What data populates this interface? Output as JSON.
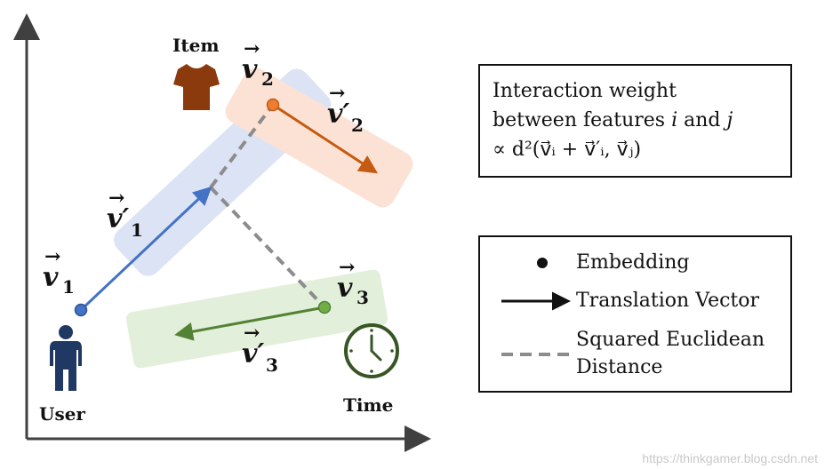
{
  "labels": {
    "item": "Item",
    "user": "User",
    "time": "Time"
  },
  "vectors": {
    "v1": {
      "base": "v",
      "sub": "1"
    },
    "v1_prime": {
      "base": "v′",
      "sub": "1"
    },
    "v2": {
      "base": "v",
      "sub": "2"
    },
    "v2_prime": {
      "base": "v′",
      "sub": "2"
    },
    "v3": {
      "base": "v",
      "sub": "3"
    },
    "v3_prime": {
      "base": "v′",
      "sub": "3"
    }
  },
  "formula": {
    "line1": "Interaction weight",
    "line2_prefix": "between features ",
    "var_i": "i",
    "line2_and": " and ",
    "var_j": "j",
    "line3": "∝ d²(v⃗ᵢ + v⃗′ᵢ, v⃗ⱼ)"
  },
  "legend": {
    "embedding": "Embedding",
    "translation": "Translation Vector",
    "distance_line1": "Squared Euclidean",
    "distance_line2": "Distance"
  },
  "watermark": "https://thinkgamer.blog.csdn.net",
  "colors": {
    "blue_band": "#dbe3f5",
    "blue_arrow": "#4472c4",
    "orange_band": "#fbe2d4",
    "orange_arrow": "#c55a11",
    "orange_dot": "#ed7d31",
    "green_band": "#e2efda",
    "green_arrow": "#548235",
    "green_dot": "#70ad47",
    "dashed": "#8c8c8c",
    "axis": "#404040",
    "shirt": "#8b3a0e",
    "user": "#1f3864",
    "clock": "#375623"
  }
}
